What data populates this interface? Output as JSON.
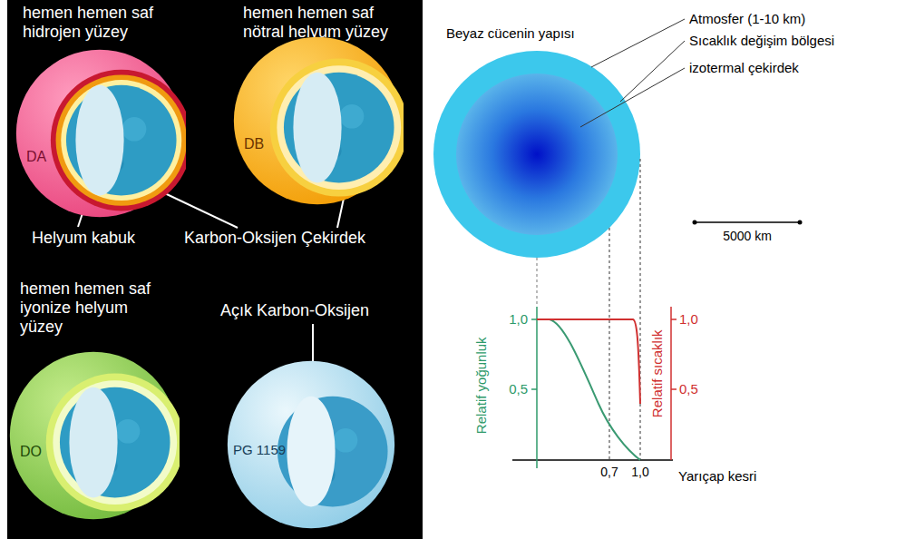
{
  "diagram": {
    "title": "Beyaz cücenin yapısı",
    "nodes": [
      {
        "text": [
          "DA"
        ]
      },
      {
        "text": [
          "DB"
        ]
      },
      {
        "text": [
          "DO"
        ]
      },
      {
        "text": [
          "PG 1159"
        ]
      }
    ],
    "labels": [
      "hemen hemen saf hidrojen yüzey",
      "hemen hemen saf nötral helyum yüzey",
      "Helyum kabuk",
      "Karbon-Oksijen Çekirdek",
      "hemen hemen saf iyonize helyum yüzey",
      "Açık Karbon-Oksijen",
      "Atmosfer (1-10 km)",
      "Sıcaklık değişim bölgesi",
      "izotermal çekirdek",
      "5000 km",
      "1,0",
      "0,5",
      "Relatif yoğunluk",
      "1,0",
      "0,5",
      "Relatif sıcaklık",
      "0,7",
      "1,0",
      "Yarıçap kesri"
    ]
  }
}
